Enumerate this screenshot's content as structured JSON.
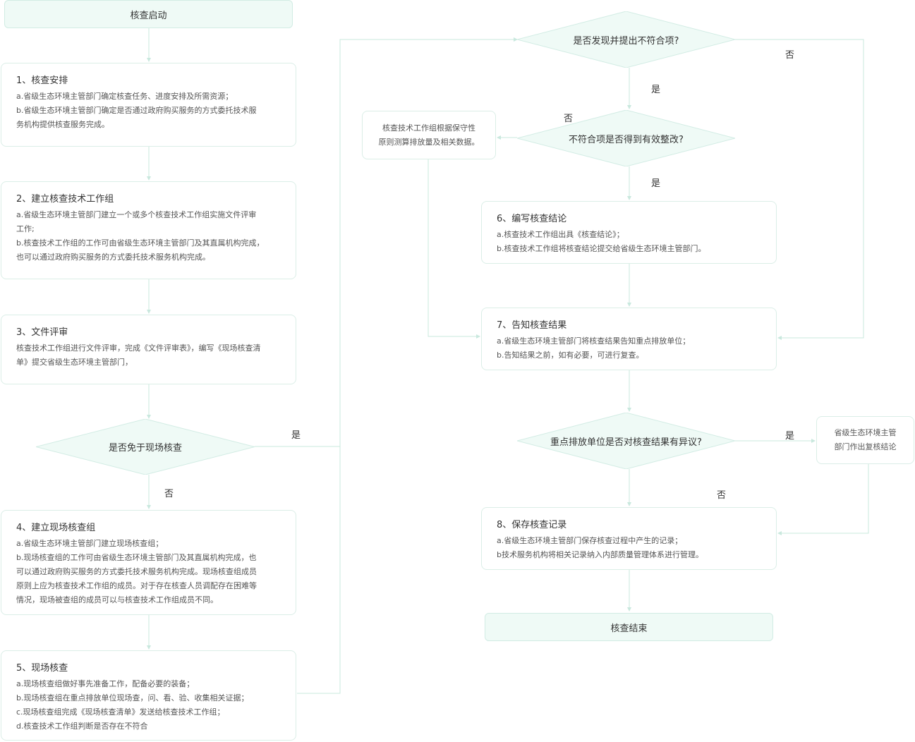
{
  "start": "核查启动",
  "end": "核查结束",
  "steps": {
    "s1": {
      "title": "1、核查安排",
      "lines": [
        "a.省级生态环境主管部门确定核查任务、进度安排及所需资源；",
        "b.省级生态环境主管部门确定是否通过政府购买服务的方式委托技术服",
        "务机构提供核查服务完成。"
      ]
    },
    "s2": {
      "title": "2、建立核查技术工作组",
      "lines": [
        "a.省级生态环境主管部门建立一个或多个核查技术工作组实施文件评审",
        "工作;",
        "b.核查技术工作组的工作可由省级生态环境主管部门及其直属机构完成，",
        "也可以通过政府购买服务的方式委托技术服务机构完成。"
      ]
    },
    "s3": {
      "title": "3、文件评审",
      "lines": [
        "核查技术工作组进行文件评审，完成《文件评审表》，编写《现场核查清",
        "单》提交省级生态环境主管部门，"
      ]
    },
    "s4": {
      "title": "4、建立现场核查组",
      "lines": [
        "a.省级生态环境主管部门建立现场核查组；",
        "b.现场核查组的工作可由省级生态环境主管部门及其直属机构完成，也",
        "可以通过政府购买服务的方式委托技术服务机构完成。现场核查组成员",
        "原则上应为核查技术工作组的成员。对于存在核查人员调配存在困难等",
        "情况，现场被查组的成员可以与核查技术工作组成员不同。"
      ]
    },
    "s5": {
      "title": "5、现场核查",
      "lines": [
        "a.现场核查组做好事先准备工作，配备必要的装备；",
        "b.现场核查组在重点排放单位现场查，问、看、验、收集相关证据；",
        "c.现场核查组完成《现场核查清单》发送给核查技术工作组；",
        "d.核查技术工作组判断是否存在不符合"
      ]
    },
    "s6": {
      "title": "6、编写核查结论",
      "lines": [
        "a.核查技术工作组出具《核查结论》；",
        "b.核查技术工作组将核查结论提交给省级生态环境主管部门。"
      ]
    },
    "s7": {
      "title": "7、告知核查结果",
      "lines": [
        "a.省级生态环境主管部门将核查结果告知重点排放单位；",
        "b.告知结果之前，如有必要，可进行复查。"
      ]
    },
    "s8": {
      "title": "8、保存核查记录",
      "lines": [
        "a.省级生态环境主管部门保存核查过程中产生的记录；",
        "b技术服务机构将相关记录纳入内部质量管理体系进行管理。"
      ]
    }
  },
  "decisions": {
    "d1": "是否免于现场核查",
    "d2": "是否发现并提出不符合项?",
    "d3": "不符合项是否得到有效整改?",
    "d4": "重点排放单位是否对核查结果有异议?"
  },
  "notes": {
    "conservative": [
      "核查技术工作组根据保守性",
      "原则测算排放量及相关数据。"
    ],
    "review": [
      "省级生态环境主管",
      "部门作出复核结论"
    ]
  },
  "labels": {
    "d1_yes": "是",
    "d1_no": "否",
    "d2_no": "否",
    "d2_yes": "是",
    "d3_no": "否",
    "d3_yes": "是",
    "d4_yes": "是",
    "d4_no": "否"
  },
  "colors": {
    "line": "#c9e8de",
    "fill": "#effaf6",
    "border": "#d2ece4"
  }
}
